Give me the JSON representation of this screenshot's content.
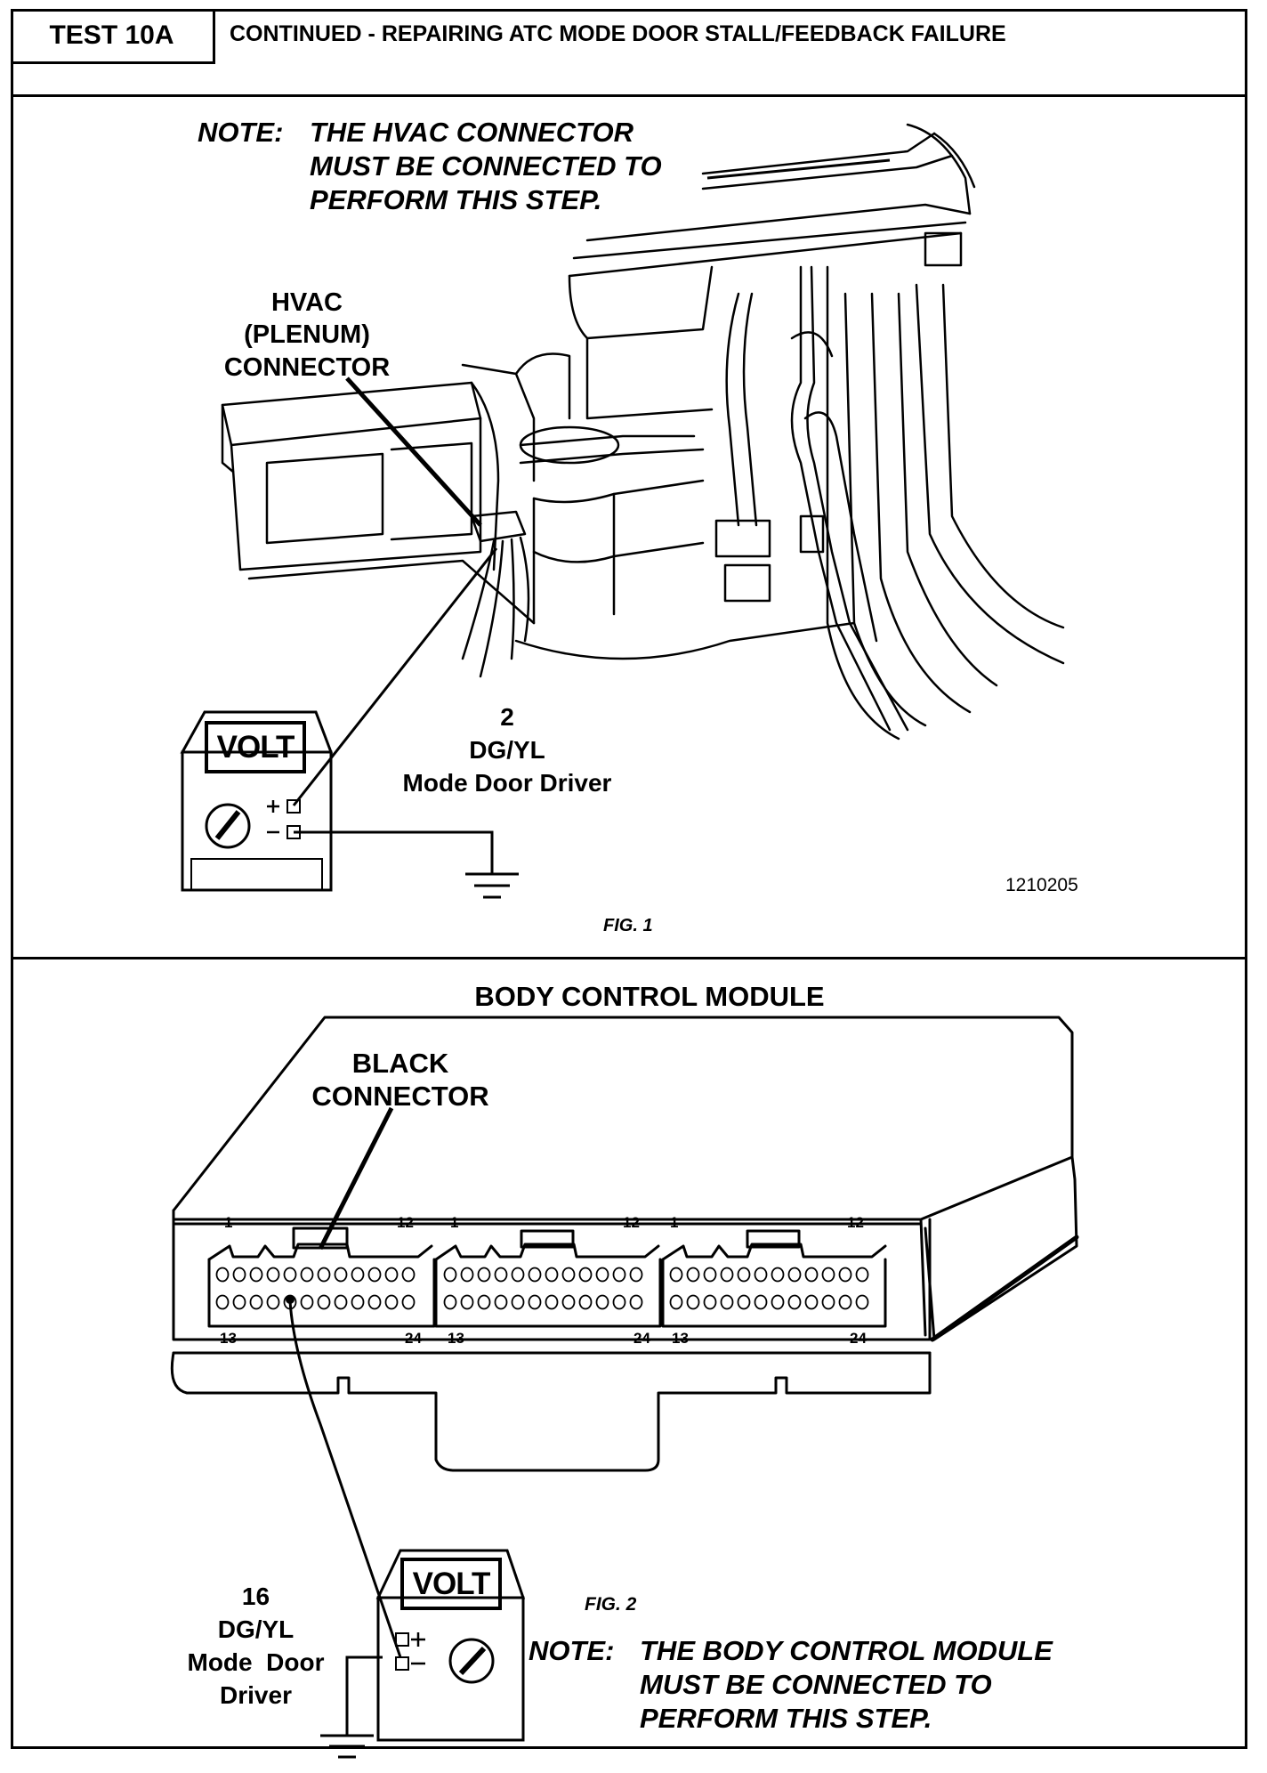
{
  "header": {
    "test_id": "TEST 10A",
    "title": "CONTINUED - REPAIRING ATC MODE DOOR STALL/FEEDBACK FAILURE"
  },
  "fig1": {
    "note_keyword": "NOTE:",
    "note_lines": [
      "THE HVAC CONNECTOR",
      "MUST BE CONNECTED TO",
      "PERFORM THIS STEP."
    ],
    "connector_label": [
      "HVAC",
      "(PLENUM)",
      "CONNECTOR"
    ],
    "meter_label": "VOLT",
    "pin_number": "2",
    "wire_color": "DG/YL",
    "wire_function": "Mode Door Driver",
    "illustration_id": "1210205",
    "caption": "FIG. 1"
  },
  "fig2": {
    "title": "BODY CONTROL MODULE",
    "connector_label": [
      "BLACK",
      "CONNECTOR"
    ],
    "pin_labels_top": [
      "1",
      "12",
      "1",
      "12",
      "1",
      "12"
    ],
    "pin_labels_bottom": [
      "13",
      "24",
      "13",
      "24",
      "13",
      "24"
    ],
    "meter_label": "VOLT",
    "pin_number": "16",
    "wire_color": "DG/YL",
    "wire_function": [
      "Mode  Door",
      "Driver"
    ],
    "caption": "FIG. 2",
    "note_keyword": "NOTE:",
    "note_lines": [
      "THE BODY CONTROL MODULE",
      "MUST BE CONNECTED TO",
      "PERFORM THIS STEP."
    ]
  }
}
